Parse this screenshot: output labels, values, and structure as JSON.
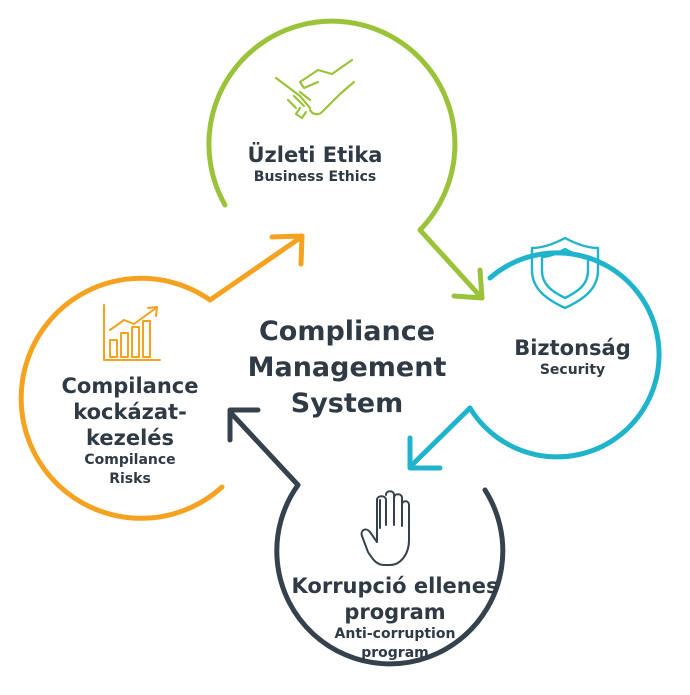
{
  "center": {
    "lines": [
      "Compliance",
      "Management",
      "System"
    ]
  },
  "nodes": {
    "business_ethics": {
      "title": "Üzleti Etika",
      "subtitle": "Business Ethics",
      "icon": "handshake-icon",
      "color": "#9ac33a"
    },
    "security": {
      "title": "Biztonság",
      "subtitle": "Security",
      "icon": "shield-icon",
      "color": "#1fb4cc"
    },
    "anti_corruption": {
      "title_lines": [
        "Korrupció ellenes",
        "program"
      ],
      "subtitle_lines": [
        "Anti-corruption",
        "program"
      ],
      "icon": "raised-hand-icon",
      "color": "#35414d"
    },
    "risks": {
      "title_lines": [
        "Compilance",
        "kockázat-",
        "kezelés"
      ],
      "subtitle_lines": [
        "Compilance",
        "Risks"
      ],
      "icon": "growth-chart-icon",
      "color": "#f4a21f"
    }
  }
}
